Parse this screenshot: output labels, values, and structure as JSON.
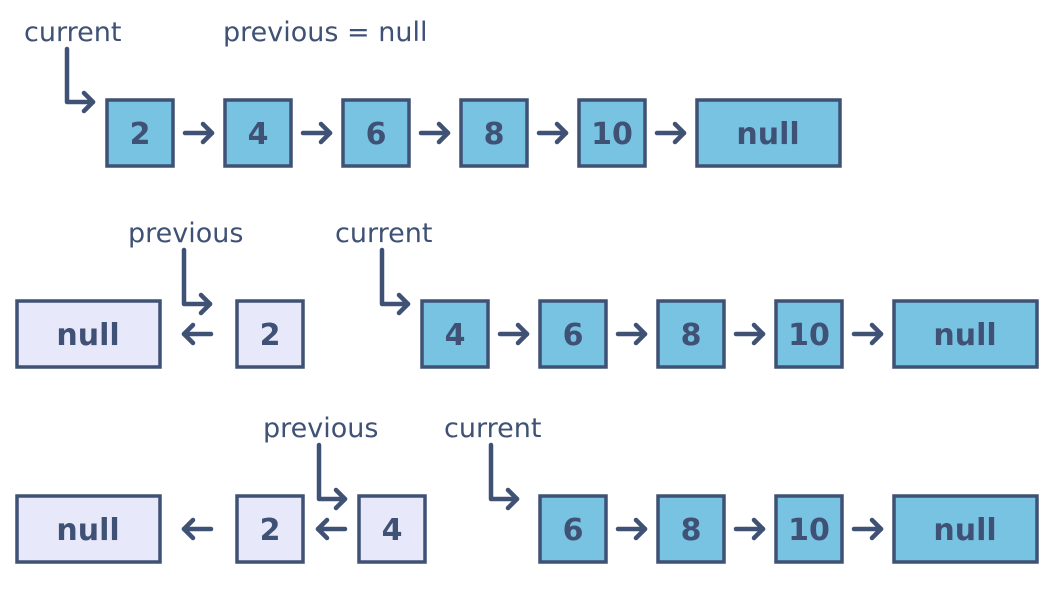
{
  "colors": {
    "forward_fill": "#78c2e2",
    "reversed_fill": "#e8e8fb",
    "stroke": "#3f5174"
  },
  "row1": {
    "current_label": "current",
    "previous_label": "previous = null",
    "nodes": [
      "2",
      "4",
      "6",
      "8",
      "10",
      "null"
    ]
  },
  "row2": {
    "previous_label": "previous",
    "current_label": "current",
    "reversed_nodes": [
      "null",
      "2"
    ],
    "nodes": [
      "4",
      "6",
      "8",
      "10",
      "null"
    ]
  },
  "row3": {
    "previous_label": "previous",
    "current_label": "current",
    "reversed_nodes": [
      "null",
      "2",
      "4"
    ],
    "nodes": [
      "6",
      "8",
      "10",
      "null"
    ]
  }
}
